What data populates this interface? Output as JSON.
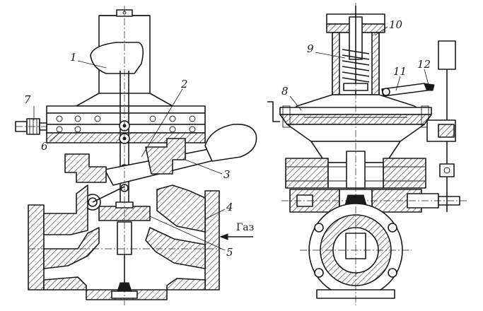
{
  "callouts": {
    "c1": "1",
    "c2": "2",
    "c3": "3",
    "c4": "4",
    "c5": "5",
    "c6": "6",
    "c7": "7",
    "c8": "8",
    "c9": "9",
    "c10": "10",
    "c11": "11",
    "c12": "12"
  },
  "flow_label": "Газ"
}
